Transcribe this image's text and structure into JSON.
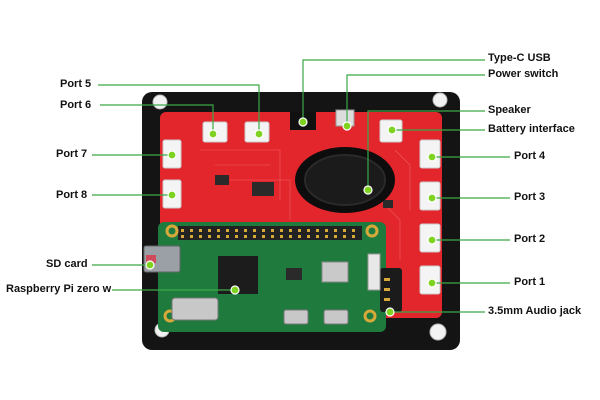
{
  "labels": {
    "typec": "Type-C USB",
    "power": "Power switch",
    "speaker": "Speaker",
    "battery": "Battery interface",
    "port1": "Port 1",
    "port2": "Port 2",
    "port3": "Port 3",
    "port4": "Port 4",
    "port5": "Port 5",
    "port6": "Port 6",
    "port7": "Port 7",
    "port8": "Port 8",
    "sdcard": "SD card",
    "rpi": "Raspberry Pi zero w",
    "audio": "3.5mm Audio jack"
  },
  "colors": {
    "leader_line": "#3aa845",
    "marker": "#7ed321",
    "board_red": "#e3252c",
    "case_black": "#141414",
    "pi_green": "#1f7a3d"
  }
}
